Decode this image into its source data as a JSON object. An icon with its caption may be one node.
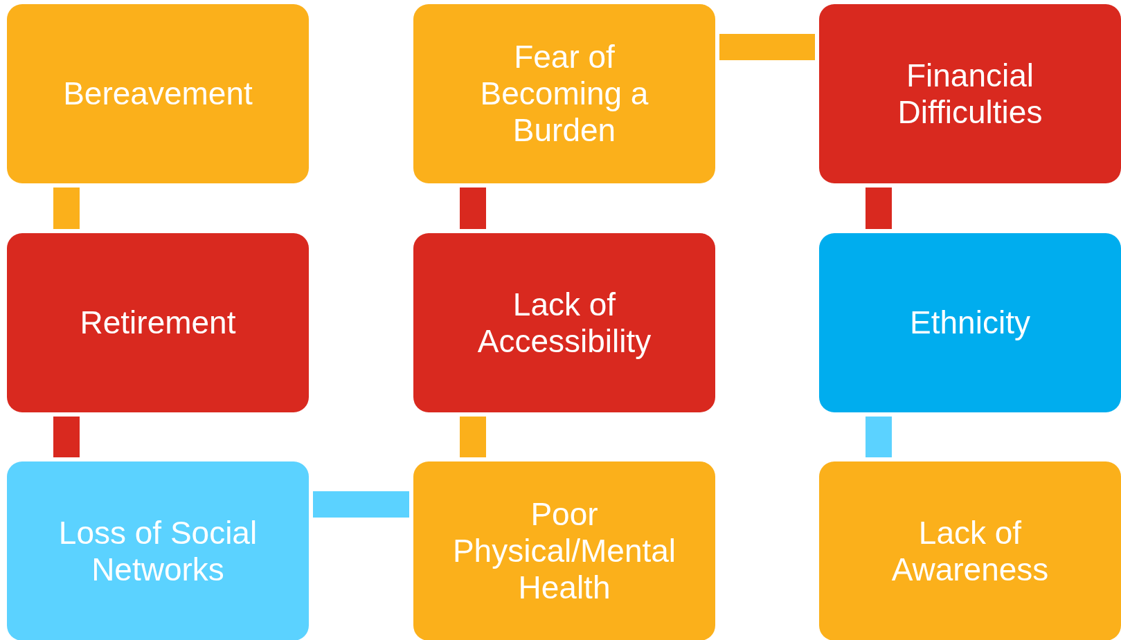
{
  "diagram": {
    "nodes": [
      {
        "text": [
          "Bereavement"
        ]
      },
      {
        "text": [
          "Fear of Becoming a Burden"
        ]
      },
      {
        "text": [
          "Financial Difficulties"
        ]
      },
      {
        "text": [
          "Retirement"
        ]
      },
      {
        "text": [
          "Lack of Accessibility"
        ]
      },
      {
        "text": [
          "Ethnicity"
        ]
      },
      {
        "text": [
          "Loss of Social Networks"
        ]
      },
      {
        "text": [
          "Poor Physical/Mental Health"
        ]
      },
      {
        "text": [
          "Lack of Awareness"
        ]
      }
    ],
    "edges": [
      {
        "from": 0,
        "to": 3,
        "arrow": "none",
        "color": "#fbb01b"
      },
      {
        "from": 3,
        "to": 6,
        "arrow": "none",
        "color": "#d9291f"
      },
      {
        "from": 6,
        "to": 7,
        "arrow": "none",
        "color": "#5bd2ff"
      },
      {
        "from": 7,
        "to": 4,
        "arrow": "none",
        "color": "#fbb01b"
      },
      {
        "from": 4,
        "to": 1,
        "arrow": "none",
        "color": "#d9291f"
      },
      {
        "from": 1,
        "to": 2,
        "arrow": "none",
        "color": "#fbb01b"
      },
      {
        "from": 2,
        "to": 5,
        "arrow": "none",
        "color": "#d9291f"
      },
      {
        "from": 5,
        "to": 8,
        "arrow": "none",
        "color": "#5bd2ff"
      }
    ]
  }
}
